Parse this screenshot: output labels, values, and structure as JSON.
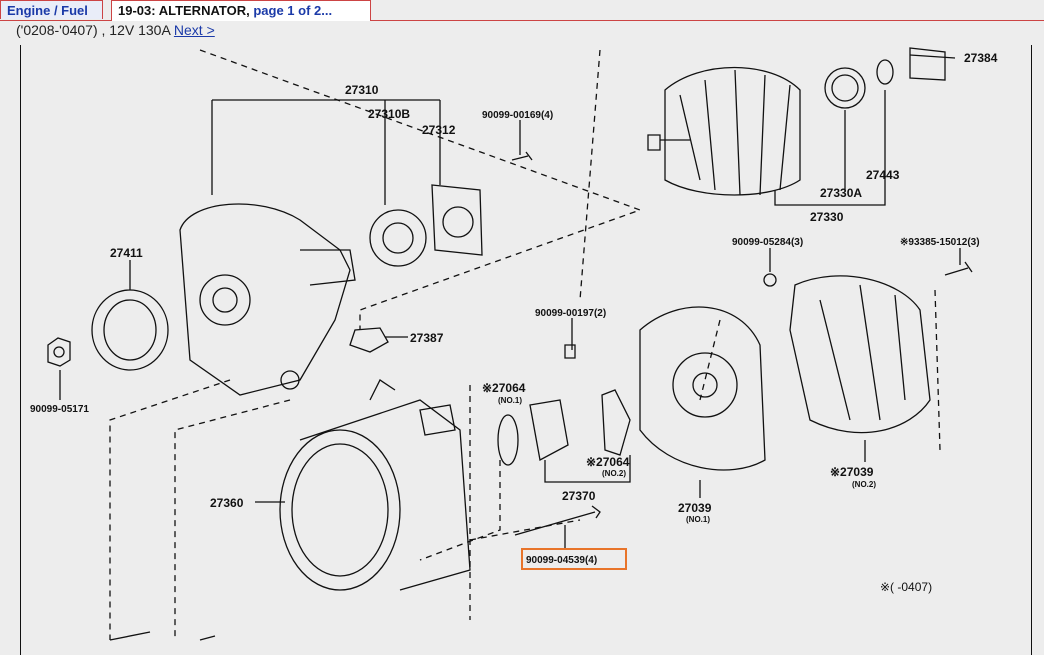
{
  "tabs": {
    "engine_fuel": "Engine / Fuel",
    "alternator_title": "19-03: ALTERNATOR,",
    "alternator_page": "page 1 of 2..."
  },
  "subheader": {
    "range": "('0208-'0407) , 12V 130A",
    "next_link": "Next >"
  },
  "parts": {
    "p27310": "27310",
    "p27310B": "27310B",
    "p27312": "27312",
    "p90099_00169": "90099-00169(4)",
    "p27384": "27384",
    "p27443": "27443",
    "p27330A": "27330A",
    "p27330": "27330",
    "p27411": "27411",
    "p90099_05284": "90099-05284(3)",
    "p93385_15012": "※93385-15012(3)",
    "p27387": "27387",
    "p90099_00197": "90099-00197(2)",
    "p90099_05171": "90099-05171",
    "p27064a": "※27064",
    "p27064a_no": "(NO.1)",
    "p27064b": "※27064",
    "p27064b_no": "(NO.2)",
    "p27039c": "※27039",
    "p27039c_no": "(NO.2)",
    "p27360": "27360",
    "p27370": "27370",
    "p27039": "27039",
    "p27039_no": "(NO.1)",
    "p90099_04539": "90099-04539(4)",
    "footnote": "※(    -0407)"
  },
  "colors": {
    "highlight": "#e8742a",
    "link": "#1b3aa8",
    "tab_border": "#cc4444"
  }
}
